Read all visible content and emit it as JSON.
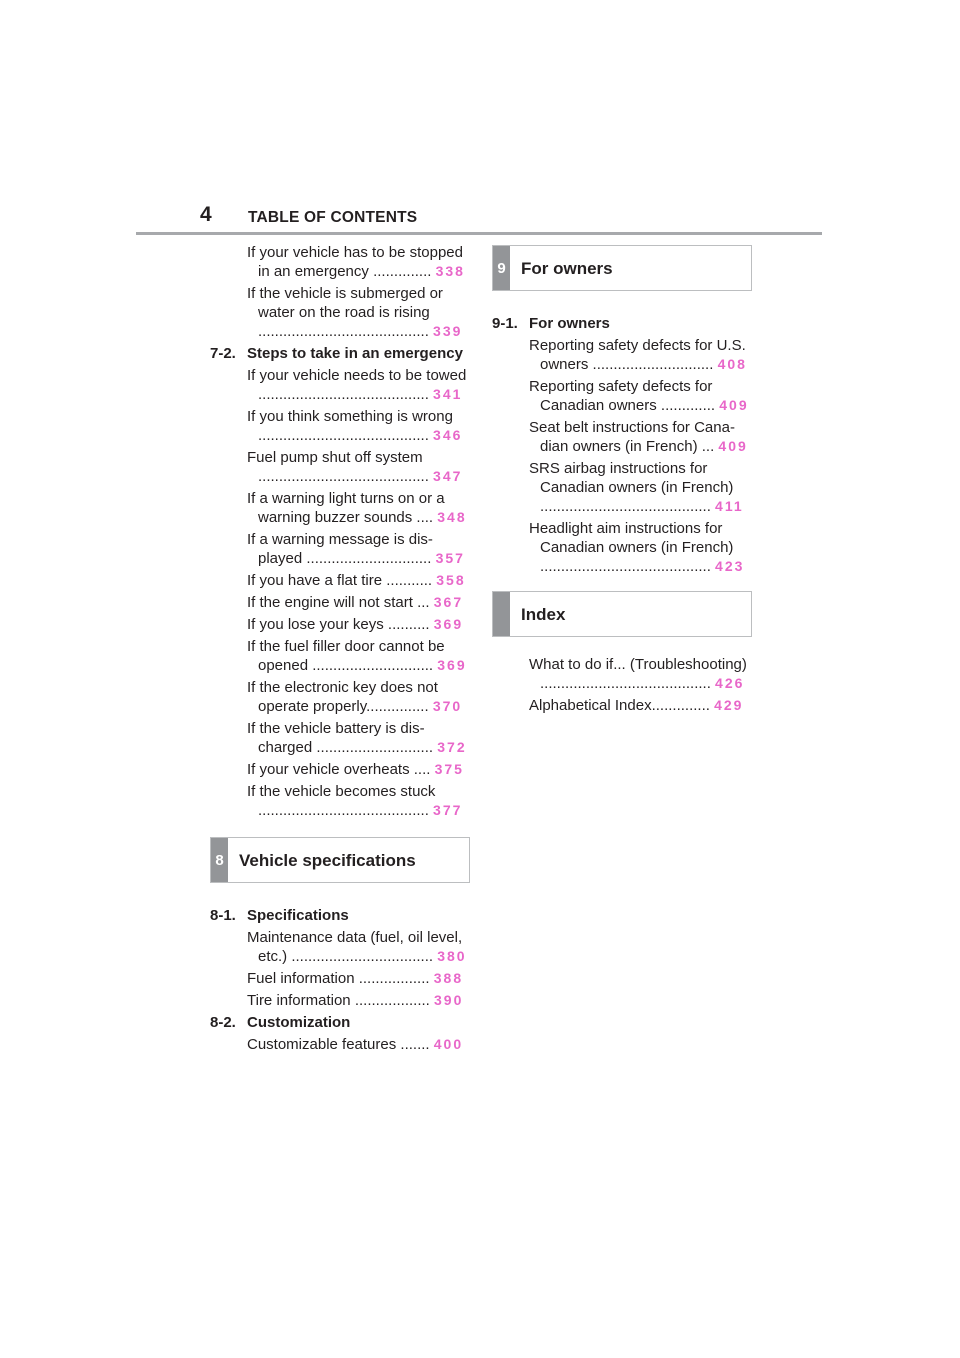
{
  "header": {
    "page_number": "4",
    "title": "TABLE OF CONTENTS"
  },
  "left": {
    "pre_entries": [
      {
        "line1": "If your vehicle has to be stopped",
        "line2": "in an emergency ..............",
        "page": "338"
      },
      {
        "line1": "If the vehicle is submerged or",
        "line2": "water on the road is rising",
        "line3": ".........................................",
        "page": "339"
      }
    ],
    "section_7_2": {
      "number": "7-2.",
      "title": "Steps to take in an emergency",
      "entries": [
        {
          "line1": "If your vehicle needs to be towed",
          "line2": ".........................................",
          "page": "341"
        },
        {
          "line1": "If you think something is wrong",
          "line2": ".........................................",
          "page": "346"
        },
        {
          "line1": "Fuel pump shut off system",
          "line2": ".........................................",
          "page": "347"
        },
        {
          "line1": "If a warning light turns on or a",
          "line2": "warning buzzer sounds ....",
          "page": "348"
        },
        {
          "line1": "If a warning message is dis-",
          "line2": "played ..............................",
          "page": "357"
        },
        {
          "line1": "If you have a flat tire ...........",
          "page": "358"
        },
        {
          "line1": "If the engine will not start ...",
          "page": "367"
        },
        {
          "line1": "If you lose your keys ..........",
          "page": "369"
        },
        {
          "line1": "If the fuel filler door cannot be",
          "line2": "opened .............................",
          "page": "369"
        },
        {
          "line1": "If the electronic key does not",
          "line2": "operate properly...............",
          "page": "370"
        },
        {
          "line1": "If the vehicle battery is dis-",
          "line2": "charged ............................",
          "page": "372"
        },
        {
          "line1": "If your vehicle overheats ....",
          "page": "375"
        },
        {
          "line1": "If the vehicle becomes stuck",
          "line2": ".........................................",
          "page": "377"
        }
      ]
    },
    "chapter_8": {
      "tab": "8",
      "title": "Vehicle specifications"
    },
    "section_8_1": {
      "number": "8-1.",
      "title": "Specifications",
      "entries": [
        {
          "line1": "Maintenance data (fuel, oil level,",
          "line2": "etc.) ..................................",
          "page": "380"
        },
        {
          "line1": "Fuel information .................",
          "page": "388"
        },
        {
          "line1": "Tire information ..................",
          "page": "390"
        }
      ]
    },
    "section_8_2": {
      "number": "8-2.",
      "title": "Customization",
      "entries": [
        {
          "line1": "Customizable features .......",
          "page": "400"
        }
      ]
    }
  },
  "right": {
    "chapter_9": {
      "tab": "9",
      "title": "For owners"
    },
    "section_9_1": {
      "number": "9-1.",
      "title": "For owners",
      "entries": [
        {
          "line1": "Reporting safety defects for U.S.",
          "line2": "owners .............................",
          "page": "408"
        },
        {
          "line1": "Reporting safety defects for",
          "line2": "Canadian owners .............",
          "page": "409"
        },
        {
          "line1": "Seat belt instructions for Cana-",
          "line2": "dian owners (in French) ...",
          "page": "409"
        },
        {
          "line1": "SRS airbag instructions for",
          "line2": "Canadian owners (in French)",
          "line3": ".........................................",
          "page": "411"
        },
        {
          "line1": "Headlight aim instructions for",
          "line2": "Canadian owners (in French)",
          "line3": ".........................................",
          "page": "423"
        }
      ]
    },
    "chapter_index": {
      "title": "Index"
    },
    "index_entries": [
      {
        "line1": "What to do if... (Troubleshooting)",
        "line2": ".........................................",
        "page": "426"
      },
      {
        "line1": "Alphabetical Index..............",
        "page": "429"
      }
    ]
  },
  "colors": {
    "page_link": "#e867c9",
    "tab": "#939598",
    "rule": "#a7a9ac"
  }
}
